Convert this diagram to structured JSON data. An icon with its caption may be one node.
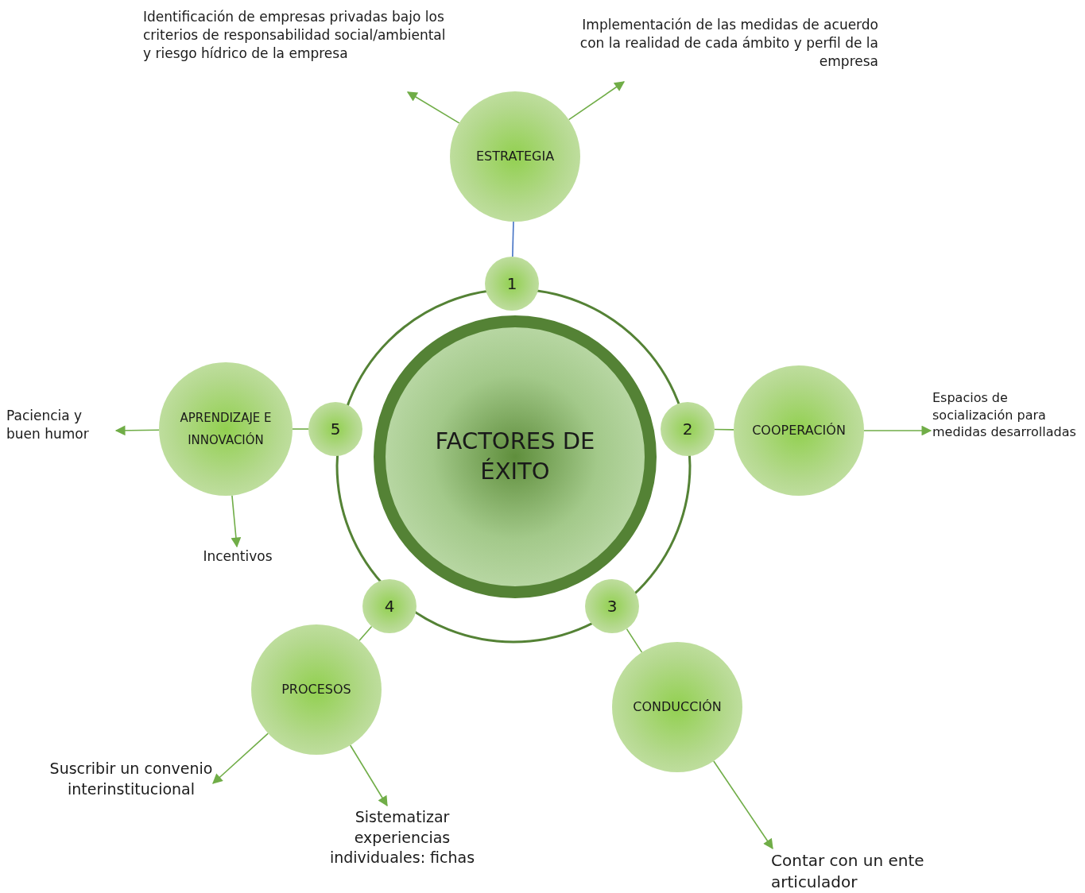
{
  "diagram": {
    "nodes": [
      {
        "text": [
          "FACTORES DE ÉXITO"
        ]
      },
      {
        "text": [
          "1"
        ]
      },
      {
        "text": [
          "2"
        ]
      },
      {
        "text": [
          "3"
        ]
      },
      {
        "text": [
          "4"
        ]
      },
      {
        "text": [
          "5"
        ]
      },
      {
        "text": [
          "ESTRATEGIA"
        ]
      },
      {
        "text": [
          "COOPERACIÓN"
        ]
      },
      {
        "text": [
          "CONDUCCIÓN"
        ]
      },
      {
        "text": [
          "PROCESOS"
        ]
      },
      {
        "text": [
          "APRENDIZAJE E INNOVACIÓN"
        ]
      },
      {
        "text": [
          "Identificación de empresas privadas bajo los criterios de responsabilidad social/ambiental y riesgo hídrico de la empresa"
        ]
      },
      {
        "text": [
          "Implementación de las medidas de acuerdo con la realidad de cada ámbito y perfil de la empresa"
        ]
      },
      {
        "text": [
          "Espacios de socialización para medidas desarrolladas"
        ]
      },
      {
        "text": [
          "Contar con un ente articulador"
        ]
      },
      {
        "text": [
          "Sistematizar experiencias individuales: fichas"
        ]
      },
      {
        "text": [
          "Suscribir un convenio interinstitucional"
        ]
      },
      {
        "text": [
          "Incentivos"
        ]
      },
      {
        "text": [
          "Paciencia y buen humor"
        ]
      }
    ],
    "edges": [
      {
        "from": 1,
        "to": 6,
        "arrow": "none",
        "color": "#4472c4"
      },
      {
        "from": 2,
        "to": 7,
        "arrow": "none"
      },
      {
        "from": 3,
        "to": 8,
        "arrow": "none"
      },
      {
        "from": 4,
        "to": 9,
        "arrow": "none"
      },
      {
        "from": 5,
        "to": 10,
        "arrow": "none"
      },
      {
        "from": 6,
        "to": 11,
        "arrow": "to"
      },
      {
        "from": 6,
        "to": 12,
        "arrow": "to"
      },
      {
        "from": 7,
        "to": 13,
        "arrow": "to"
      },
      {
        "from": 8,
        "to": 14,
        "arrow": "to"
      },
      {
        "from": 9,
        "to": 16,
        "arrow": "to"
      },
      {
        "from": 9,
        "to": 15,
        "arrow": "to"
      },
      {
        "from": 10,
        "to": 18,
        "arrow": "to"
      },
      {
        "from": 10,
        "to": 17,
        "arrow": "to"
      }
    ]
  }
}
